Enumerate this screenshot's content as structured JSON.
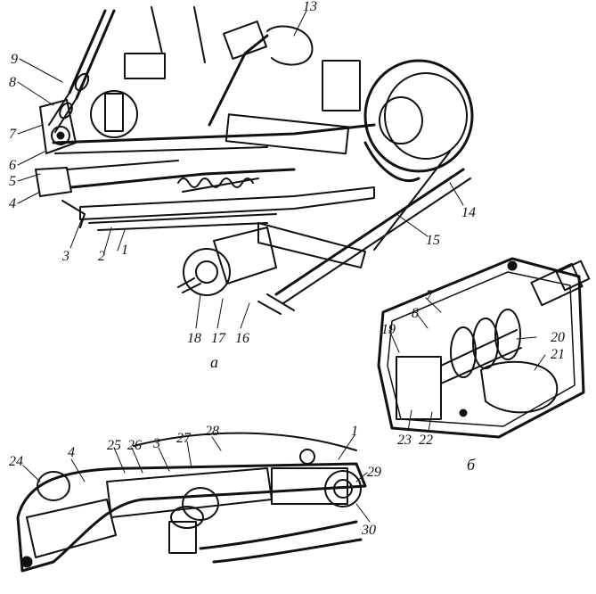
{
  "figure": {
    "panel_a_caption": "а",
    "panel_b_caption": "б"
  },
  "callouts": [
    {
      "id": "1",
      "text": "1"
    },
    {
      "id": "2",
      "text": "2"
    },
    {
      "id": "3",
      "text": "3"
    },
    {
      "id": "4",
      "text": "4"
    },
    {
      "id": "5",
      "text": "5"
    },
    {
      "id": "6",
      "text": "6"
    },
    {
      "id": "7",
      "text": "7"
    },
    {
      "id": "8",
      "text": "8"
    },
    {
      "id": "9",
      "text": "9"
    },
    {
      "id": "13",
      "text": "13"
    },
    {
      "id": "14",
      "text": "14"
    },
    {
      "id": "15",
      "text": "15"
    },
    {
      "id": "16",
      "text": "16"
    },
    {
      "id": "17",
      "text": "17"
    },
    {
      "id": "18",
      "text": "18"
    },
    {
      "id": "7b",
      "text": "7"
    },
    {
      "id": "8b",
      "text": "8"
    },
    {
      "id": "19",
      "text": "19"
    },
    {
      "id": "20",
      "text": "20"
    },
    {
      "id": "21",
      "text": "21"
    },
    {
      "id": "22",
      "text": "22"
    },
    {
      "id": "23",
      "text": "23"
    },
    {
      "id": "24",
      "text": "24"
    },
    {
      "id": "4c",
      "text": "4"
    },
    {
      "id": "25",
      "text": "25"
    },
    {
      "id": "26",
      "text": "26"
    },
    {
      "id": "3c",
      "text": "3"
    },
    {
      "id": "27",
      "text": "27"
    },
    {
      "id": "28",
      "text": "28"
    },
    {
      "id": "1c",
      "text": "1"
    },
    {
      "id": "29",
      "text": "29"
    },
    {
      "id": "30",
      "text": "30"
    }
  ]
}
